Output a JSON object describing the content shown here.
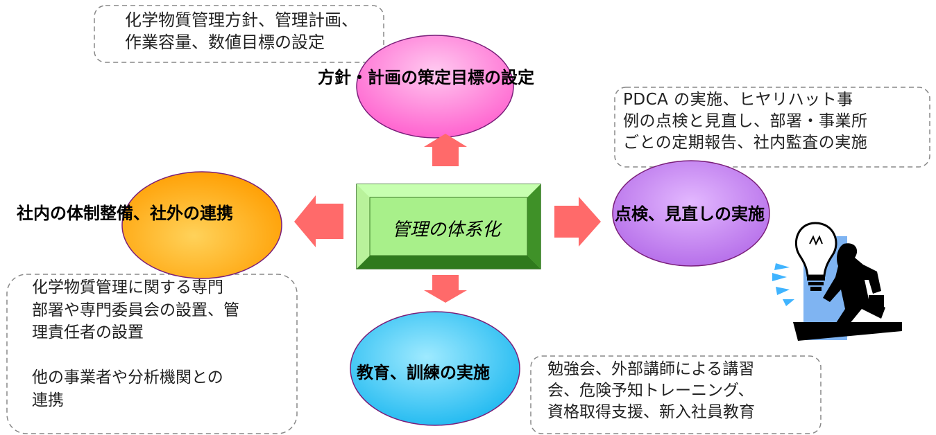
{
  "center": {
    "label": "管理の体系化"
  },
  "nodes": {
    "top": {
      "label": "方針・計画の策定目標の設定"
    },
    "left": {
      "label": "社内の体制整備、社外の連携"
    },
    "right": {
      "label": "点検、見直しの実施"
    },
    "bottom": {
      "label": "教育、訓練の実施"
    }
  },
  "notes": {
    "top": {
      "lines": [
        "化学物質管理方針、管理計画、",
        "作業容量、数値目標の設定"
      ]
    },
    "right": {
      "lines": [
        "PDCA の実施、ヒヤリハット事",
        "例の点検と見直し、部署・事業所",
        "ごとの定期報告、社内監査の実施"
      ]
    },
    "left": {
      "lines": [
        "化学物質管理に関する専門",
        "部署や専門委員会の設置、管",
        "理責任者の設置",
        "",
        "他の事業者や分析機関との",
        "連携"
      ]
    },
    "bottom": {
      "lines": [
        "勉強会、外部講師による講習",
        "会、危険予知トレーニング、",
        "資格取得支援、新入社員教育"
      ]
    }
  },
  "colors": {
    "top_ellipse": "#ff6fd0",
    "left_ellipse": "#ffb400",
    "right_ellipse": "#c27df0",
    "bottom_ellipse": "#3dc8f5",
    "center_box": "#8be06a",
    "arrow": "#ff6a6a"
  },
  "clipart": {
    "name": "lightbulb-idea-businessman"
  }
}
